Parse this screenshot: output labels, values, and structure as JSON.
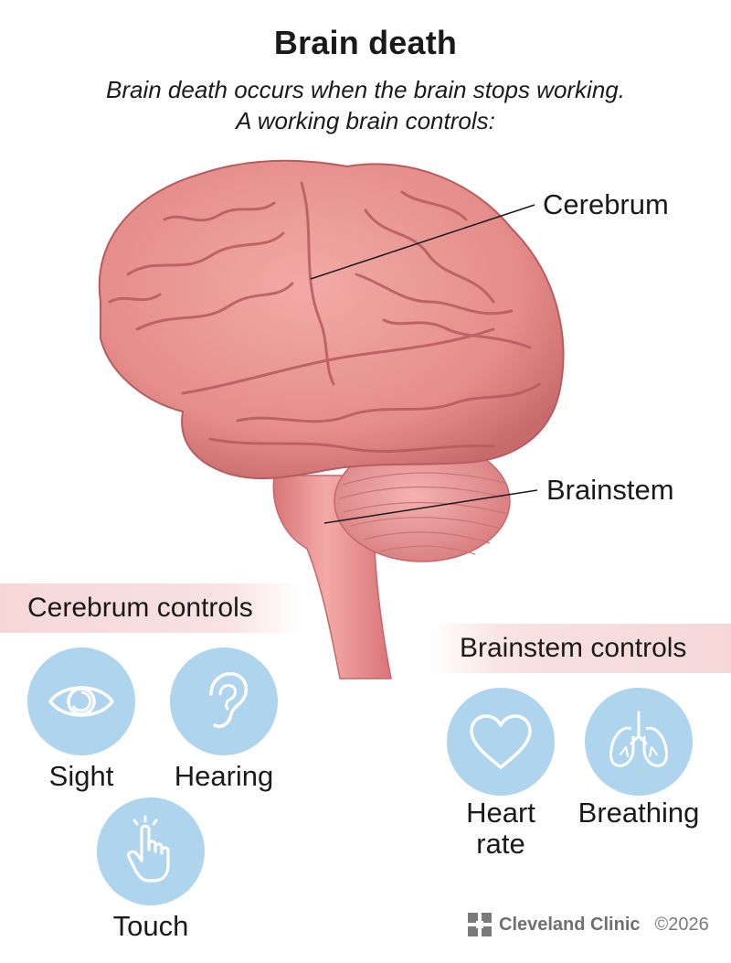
{
  "title": "Brain death",
  "subtitle": {
    "line1": "Brain death occurs when the brain stops working.",
    "line2": "A working brain controls:"
  },
  "labels": {
    "cerebrum": "Cerebrum",
    "brainstem": "Brainstem"
  },
  "cerebrum_section": {
    "heading": "Cerebrum controls",
    "items": [
      {
        "icon": "eye-icon",
        "label": "Sight"
      },
      {
        "icon": "ear-icon",
        "label": "Hearing"
      },
      {
        "icon": "touch-hand-icon",
        "label": "Touch"
      }
    ]
  },
  "brainstem_section": {
    "heading": "Brainstem controls",
    "items": [
      {
        "icon": "heart-icon",
        "label_line1": "Heart",
        "label_line2": "rate"
      },
      {
        "icon": "lungs-icon",
        "label": "Breathing"
      }
    ]
  },
  "footer": {
    "brand": "Cleveland Clinic",
    "copyright": "©2026"
  },
  "colors": {
    "brain": "#e8908f",
    "icon_circle": "#aed4ee",
    "band": "#f9e2e2"
  }
}
